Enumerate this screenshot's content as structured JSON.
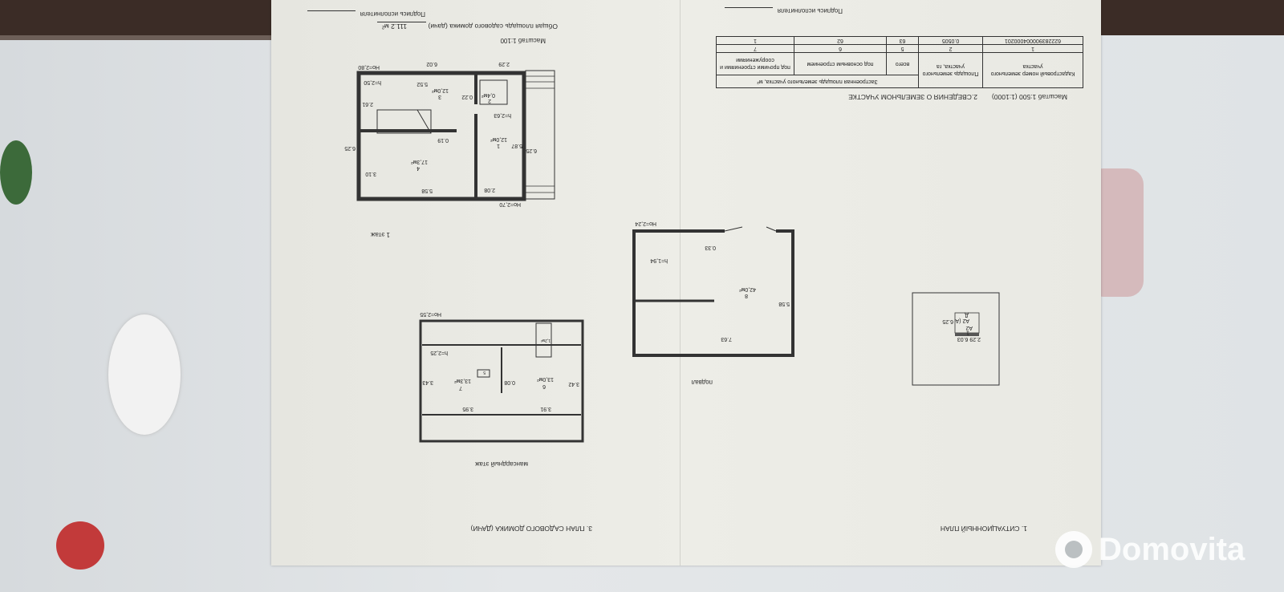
{
  "document": {
    "section1_title": "1. СИТУАЦИОННЫЙ ПЛАН",
    "section2_title": "2.СВЕДЕНИЯ О ЗЕМЕЛЬНОМ УЧАСТКЕ",
    "section2_scale": "Масштаб 1:500 (1:1000)",
    "section3_title": "3. ПЛАН САДОВОГО ДОМИКА (ДАЧИ)",
    "plan_scale": "Масштаб 1:100",
    "total_area_label": "Общая площадь садового домика (дачи)",
    "total_area_value": "111.2 м²",
    "signature_label": "Подпись исполнителя",
    "land_table": {
      "headers": {
        "cadastral": "Кадастровый номер земельного участка",
        "area": "Площадь земельного участка, га",
        "built_area": "Застроенная площадь земельного участка, м²",
        "total": "всего",
        "main": "под основным строением",
        "other": "под прочими строениями и сооружениями"
      },
      "col_numbers": [
        "1",
        "2",
        "5",
        "6",
        "7"
      ],
      "row": [
        "622283900004000201",
        "0.0505",
        "63",
        "62",
        "1"
      ]
    },
    "site_plan": {
      "dims": "2.29  6.03",
      "depth": "6.25",
      "labels": [
        "1",
        "2",
        "А2",
        "Д",
        "А2 (А",
        "Д"
      ]
    },
    "floor1": {
      "caption": "1 этаж",
      "labels": {
        "w_top": "6.02",
        "w_porch": "2.29",
        "ho_top": "Но=2,80",
        "w_room3": "5.52",
        "h_room3": "h=2,50",
        "room3_no": "3",
        "room3_area": "12,0м²",
        "d022": "0.22",
        "room2_no": "2",
        "room2_area": "0,4м²",
        "h_hall": "h=2,63",
        "d261": "2.61",
        "d019": "0.19",
        "room1_no": "1",
        "room1_area": "12,0м²",
        "d587": "5.87",
        "d625_in": "6.25",
        "d625_out": "6.25",
        "room4_no": "4",
        "room4_area": "17,3м²",
        "d310": "3.10",
        "w_bottom": "5.58",
        "w_room1": "2.08",
        "ho_bottom": "Но=2,70"
      }
    },
    "attic": {
      "caption": "мансардный этаж",
      "labels": {
        "ho": "Но=2,55",
        "h": "h=2,25",
        "d343": "3.43",
        "room7_no": "7",
        "room7_area": "13,3м²",
        "d008": "0.08",
        "room6_no": "6",
        "room6_area": "13,0м²",
        "d342": "3.42",
        "d395": "3.95",
        "d391": "3.91",
        "stair_area": "1,2м²",
        "box": "5"
      }
    },
    "basement": {
      "caption": "подвал",
      "labels": {
        "ho": "Но=2,24",
        "d033": "0.33",
        "h": "h=1,94",
        "room8_no": "8",
        "room8_area": "42,0м²",
        "d558": "5.58",
        "d763": "7.63"
      }
    }
  },
  "watermark": {
    "brand": "Domovita"
  }
}
